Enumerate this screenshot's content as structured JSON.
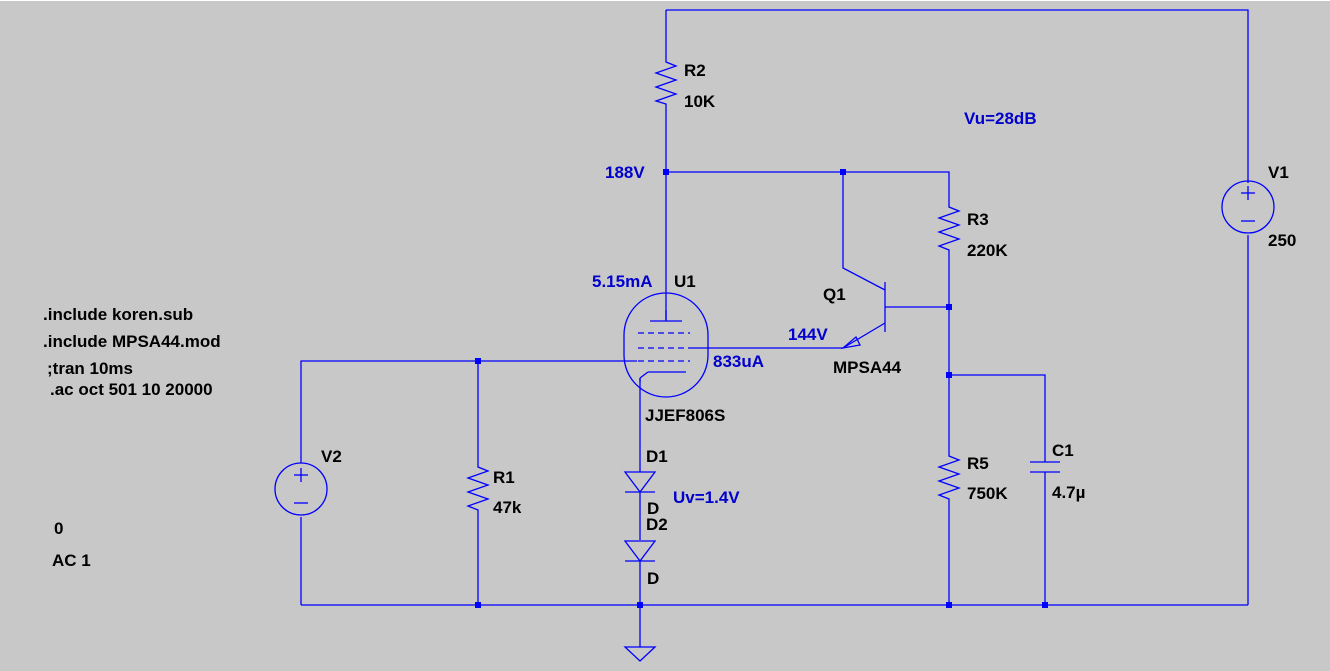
{
  "directives": [
    ".include koren.sub",
    ".include MPSA44.mod",
    ";tran 10ms",
    ".ac oct 501 10 20000"
  ],
  "components": {
    "R1": {
      "name": "R1",
      "value": "47k"
    },
    "R2": {
      "name": "R2",
      "value": "10K"
    },
    "R3": {
      "name": "R3",
      "value": "220K"
    },
    "R5": {
      "name": "R5",
      "value": "750K"
    },
    "C1": {
      "name": "C1",
      "value": "4.7µ"
    },
    "V1": {
      "name": "V1",
      "value": "250"
    },
    "V2": {
      "name": "V2",
      "value": "0",
      "ac": "AC 1"
    },
    "U1": {
      "name": "U1",
      "model": "JJEF806S"
    },
    "Q1": {
      "name": "Q1",
      "model": "MPSA44"
    },
    "D1": {
      "name": "D1",
      "model": "D"
    },
    "D2": {
      "name": "D2",
      "model": "D"
    }
  },
  "annotations": {
    "v_anode": "188V",
    "i_anode": "5.15mA",
    "i_screen": "833uA",
    "v_screen": "144V",
    "gain": "Vu=28dB",
    "uv": "Uv=1.4V"
  },
  "colors": {
    "wire": "#0000ff",
    "annotation": "#0000cc",
    "background": "#c8c8c8"
  }
}
